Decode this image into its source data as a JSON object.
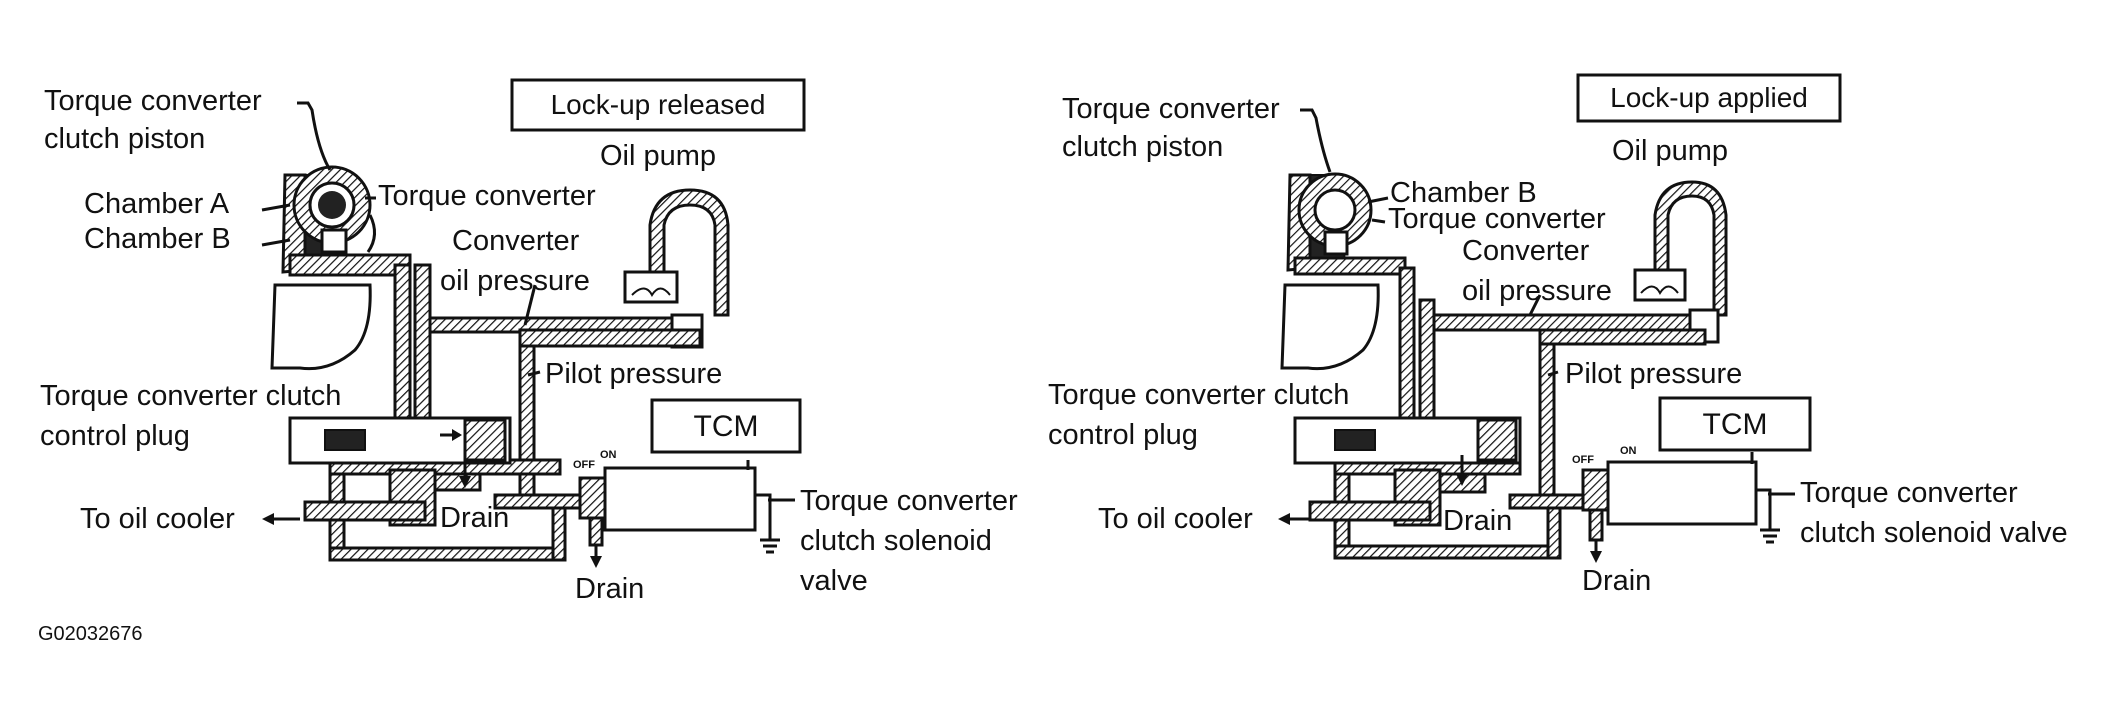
{
  "figure_id": "G02032676",
  "panels": [
    {
      "state": "Lock-up released",
      "labels": {
        "piston": [
          "Torque converter",
          "clutch piston"
        ],
        "chamber_a": "Chamber A",
        "chamber_b": "Chamber B",
        "torque_converter": "Torque converter",
        "converter_oil_pressure": [
          "Converter",
          "oil pressure"
        ],
        "oil_pump": "Oil pump",
        "pilot_pressure": "Pilot pressure",
        "control_plug": [
          "Torque converter clutch",
          "control plug"
        ],
        "oil_cooler": "To oil cooler",
        "drain_1": "Drain",
        "drain_2": "Drain",
        "tcm": "TCM",
        "solenoid": [
          "Torque converter",
          "clutch solenoid",
          "valve"
        ],
        "off": "OFF",
        "on": "ON"
      }
    },
    {
      "state": "Lock-up applied",
      "labels": {
        "piston": [
          "Torque converter",
          "clutch piston"
        ],
        "chamber_b": "Chamber B",
        "torque_converter": "Torque converter",
        "converter_oil_pressure": [
          "Converter",
          "oil pressure"
        ],
        "oil_pump": "Oil pump",
        "pilot_pressure": "Pilot pressure",
        "control_plug": [
          "Torque converter clutch",
          "control plug"
        ],
        "oil_cooler": "To oil cooler",
        "drain_1": "Drain",
        "drain_2": "Drain",
        "tcm": "TCM",
        "solenoid": [
          "Torque converter",
          "clutch solenoid valve"
        ],
        "off": "OFF",
        "on": "ON"
      }
    }
  ]
}
